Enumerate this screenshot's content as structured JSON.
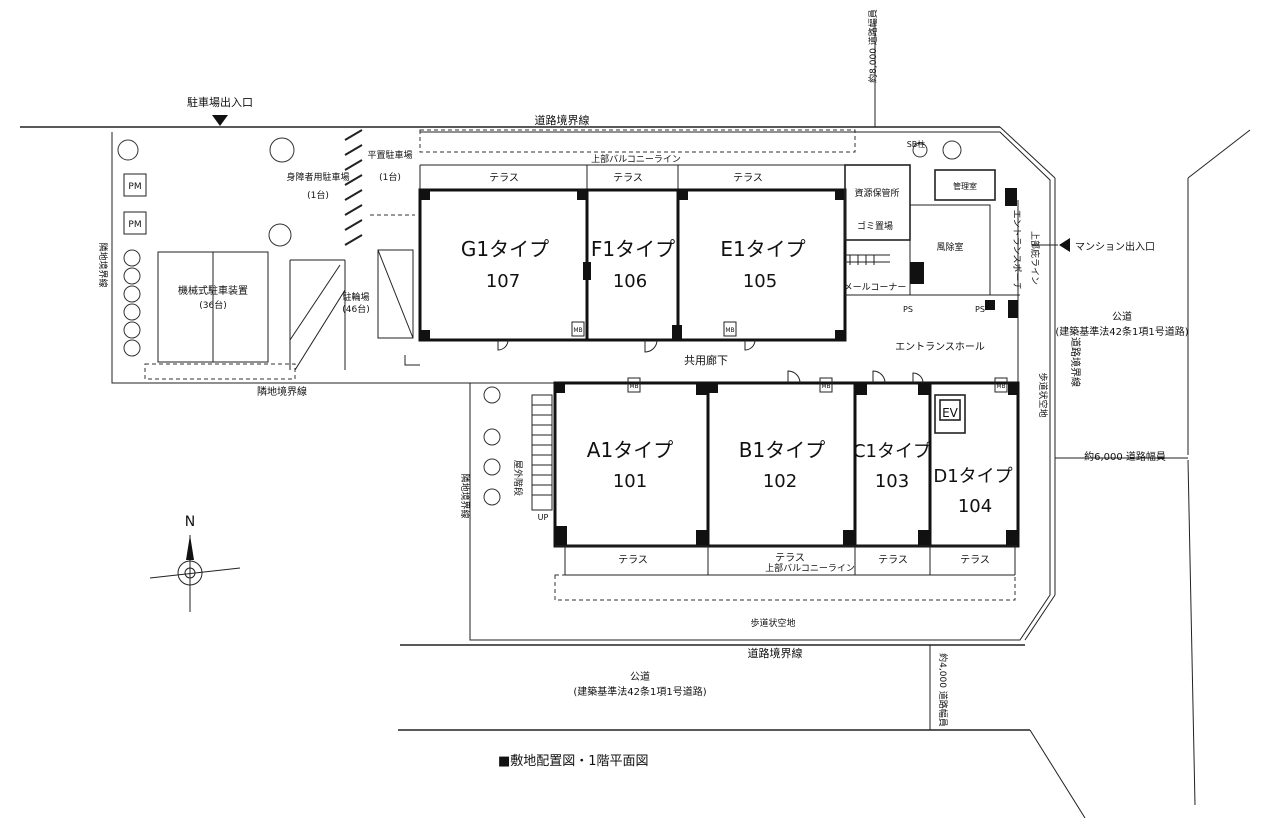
{
  "title": "■敷地配置図・1階平面図",
  "north": "N",
  "units": [
    {
      "type": "G1タイプ",
      "number": "107"
    },
    {
      "type": "F1タイプ",
      "number": "106"
    },
    {
      "type": "E1タイプ",
      "number": "105"
    },
    {
      "type": "A1タイプ",
      "number": "101"
    },
    {
      "type": "B1タイプ",
      "number": "102"
    },
    {
      "type": "C1タイプ",
      "number": "103"
    },
    {
      "type": "D1タイプ",
      "number": "104"
    }
  ],
  "labels": {
    "parking_entrance": "駐車場出入口",
    "road_boundary_top": "道路境界線",
    "road_boundary_bottom": "道路境界線",
    "road_boundary_right": "道路境界線",
    "road_width_top": "約8,000 道路幅員",
    "road_width_right": "約6,000 道路幅員",
    "road_width_bottom": "約4,000 道路幅員",
    "public_road_right": "公道",
    "public_road_right_sub": "(建築基準法42条1項1号道路)",
    "public_road_bottom": "公道",
    "public_road_bottom_sub": "(建築基準法42条1項1号道路)",
    "mansion_entrance": "マンション出入口",
    "upper_balcony_top": "上部バルコニーライン",
    "upper_balcony_bottom": "上部バルコニーライン",
    "terrace": "テラス",
    "shared_corridor": "共用廊下",
    "entrance_hall": "エントランスホール",
    "entrance_porch": "エントランスポーチ",
    "wind_room": "風除室",
    "mail_corner": "メールコーナー",
    "management_room": "管理室",
    "resource_storage": "資源保管所",
    "garbage": "ゴミ置場",
    "ev": "EV",
    "ps": "PS",
    "mb": "MB",
    "pm": "PM",
    "up": "UP",
    "mechanical_parking": "機械式駐車装置",
    "mechanical_parking_count": "(36台)",
    "disabled_parking": "身障者用駐車場",
    "disabled_parking_count": "(1台)",
    "flat_parking": "平置駐車場",
    "flat_parking_count": "(1台)",
    "bicycle_parking": "駐輪場",
    "bicycle_parking_count": "(46台)",
    "neighbor_boundary": "隣地境界線",
    "sidewalk_space": "歩道状空地",
    "emergency_stairs": "屋外階段",
    "upper_eave": "上部庇ライン",
    "sb_pole": "SB柱"
  }
}
